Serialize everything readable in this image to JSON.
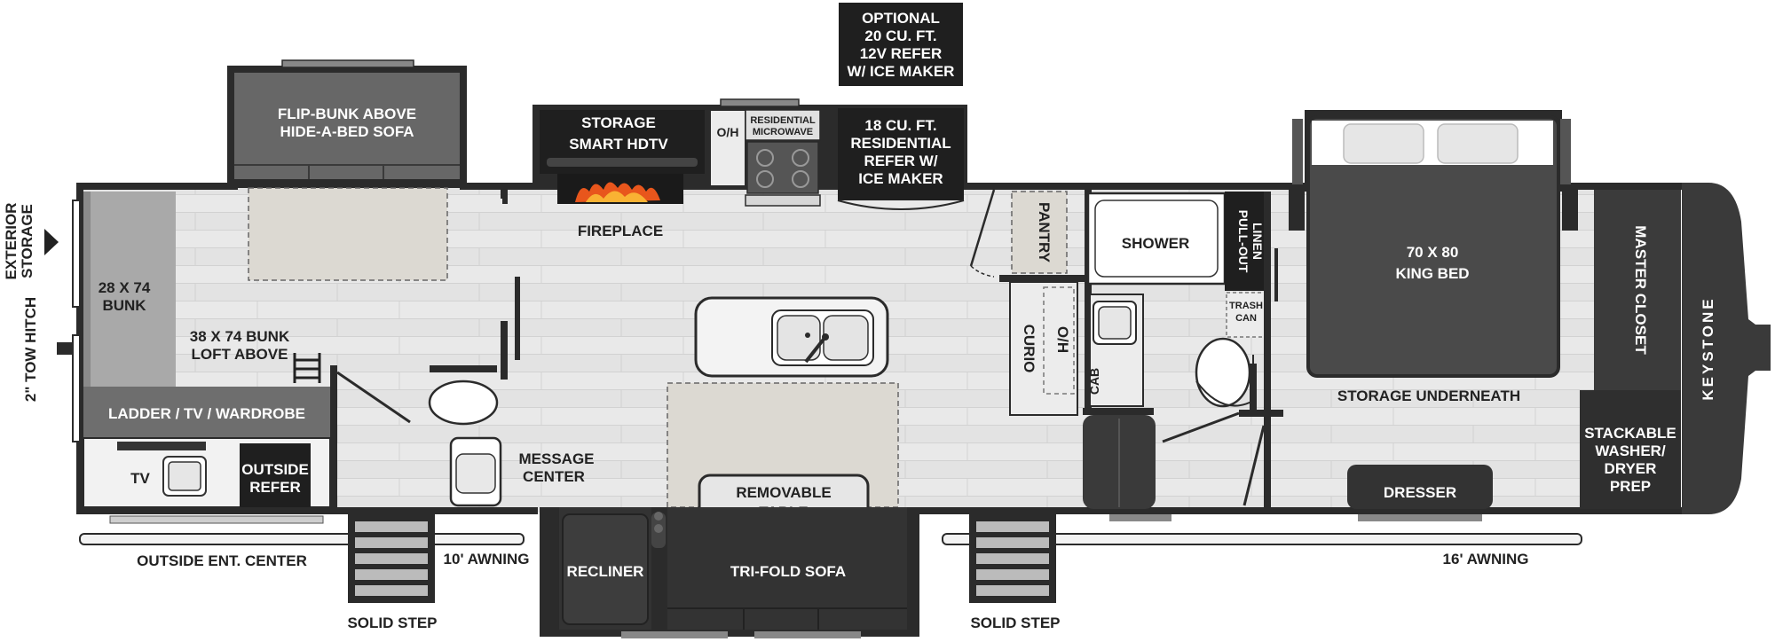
{
  "brand": "KEYSTONE",
  "colors": {
    "wall": "#2b2b2b",
    "floor": "#e7e7e7",
    "floor_plank": "#d6d6d6",
    "dark_furniture": "#333333",
    "mid_furniture": "#5f5f5f",
    "light_fixture": "#f0f0f0",
    "fire": "#e8561c"
  },
  "exterior": {
    "storage": "EXTERIOR STORAGE",
    "hitch": "2\" TOW HITCH",
    "awning_left": "10' AWNING",
    "awning_right": "16' AWNING",
    "step_left": "SOLID STEP",
    "step_right": "SOLID STEP",
    "outside_ent_center": "OUTSIDE ENT. CENTER"
  },
  "bunk_room": {
    "bunk": [
      "28 X 74",
      "BUNK"
    ],
    "loft": [
      "38 X 74 BUNK",
      "LOFT ABOVE"
    ],
    "ladder": "LADDER / TV / WARDROBE",
    "tv": "TV",
    "outside_refer": [
      "OUTSIDE",
      "REFER"
    ],
    "flip_bunk": [
      "FLIP-BUNK ABOVE",
      "HIDE-A-BED SOFA"
    ]
  },
  "living": {
    "storage_tv": [
      "STORAGE",
      "SMART HDTV"
    ],
    "fireplace": "FIREPLACE",
    "message_center": [
      "MESSAGE",
      "CENTER"
    ],
    "removable_table": [
      "REMOVABLE",
      "TABLE"
    ],
    "recliner": "RECLINER",
    "tri_fold_sofa": "TRI-FOLD SOFA"
  },
  "kitchen": {
    "oh": "O/H",
    "microwave": [
      "RESIDENTIAL",
      "MICROWAVE"
    ],
    "refer": [
      "18 CU. FT.",
      "RESIDENTIAL",
      "REFER W/",
      "ICE MAKER"
    ],
    "optional_refer": [
      "OPTIONAL",
      "20 CU. FT.",
      "12V REFER",
      "W/ ICE MAKER"
    ],
    "pantry": "PANTRY",
    "curio": "CURIO",
    "oh2": "O/H"
  },
  "bath": {
    "shower": "SHOWER",
    "linen": [
      "PULL-OUT",
      "LINEN"
    ],
    "trash": [
      "TRASH",
      "CAN"
    ],
    "cab": "CAB"
  },
  "bedroom": {
    "bed": [
      "70 X 80",
      "KING BED"
    ],
    "storage": "STORAGE UNDERNEATH",
    "closet": "MASTER CLOSET",
    "washer": [
      "STACKABLE",
      "WASHER/",
      "DRYER",
      "PREP"
    ],
    "dresser": "DRESSER"
  }
}
